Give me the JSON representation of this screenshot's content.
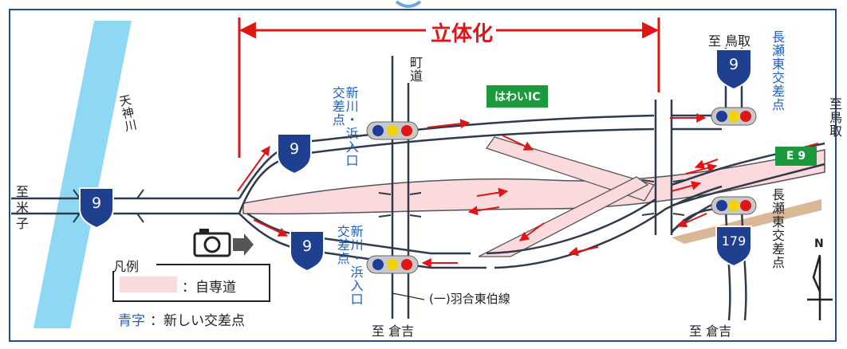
{
  "title": "立体化",
  "labels": {
    "river": "天神川",
    "town_road": "町道",
    "to_yonago": "至米子",
    "to_tottori_top": "至 鳥取",
    "to_tottori_right": "至鳥取",
    "to_kurayoshi_center": "至 倉吉",
    "to_kurayoshi_right": "至 倉吉",
    "prefectural_road": "(一)羽合東伯線",
    "north": "N"
  },
  "intersections": {
    "shinkawa_hamairi": "新川・浜入口交差点",
    "nagase_higashi": "長瀬東交差点"
  },
  "routes": {
    "r9": "9",
    "r179": "179",
    "e9": "E 9"
  },
  "ic": "はわいIC",
  "legend": {
    "title": "凡例",
    "expressway": "：自専道",
    "blue_text_key": "青字",
    "blue_text_value": "：新しい交差点"
  },
  "colors": {
    "frame": "#1f4e8c",
    "expressway_fill": "#fadadd",
    "road": "#2f3a4a",
    "arrow": "#e01515",
    "river": "#8ed8f4",
    "new_intersection_text": "#1f5fbf",
    "ic_badge": "#1a9a3c"
  }
}
